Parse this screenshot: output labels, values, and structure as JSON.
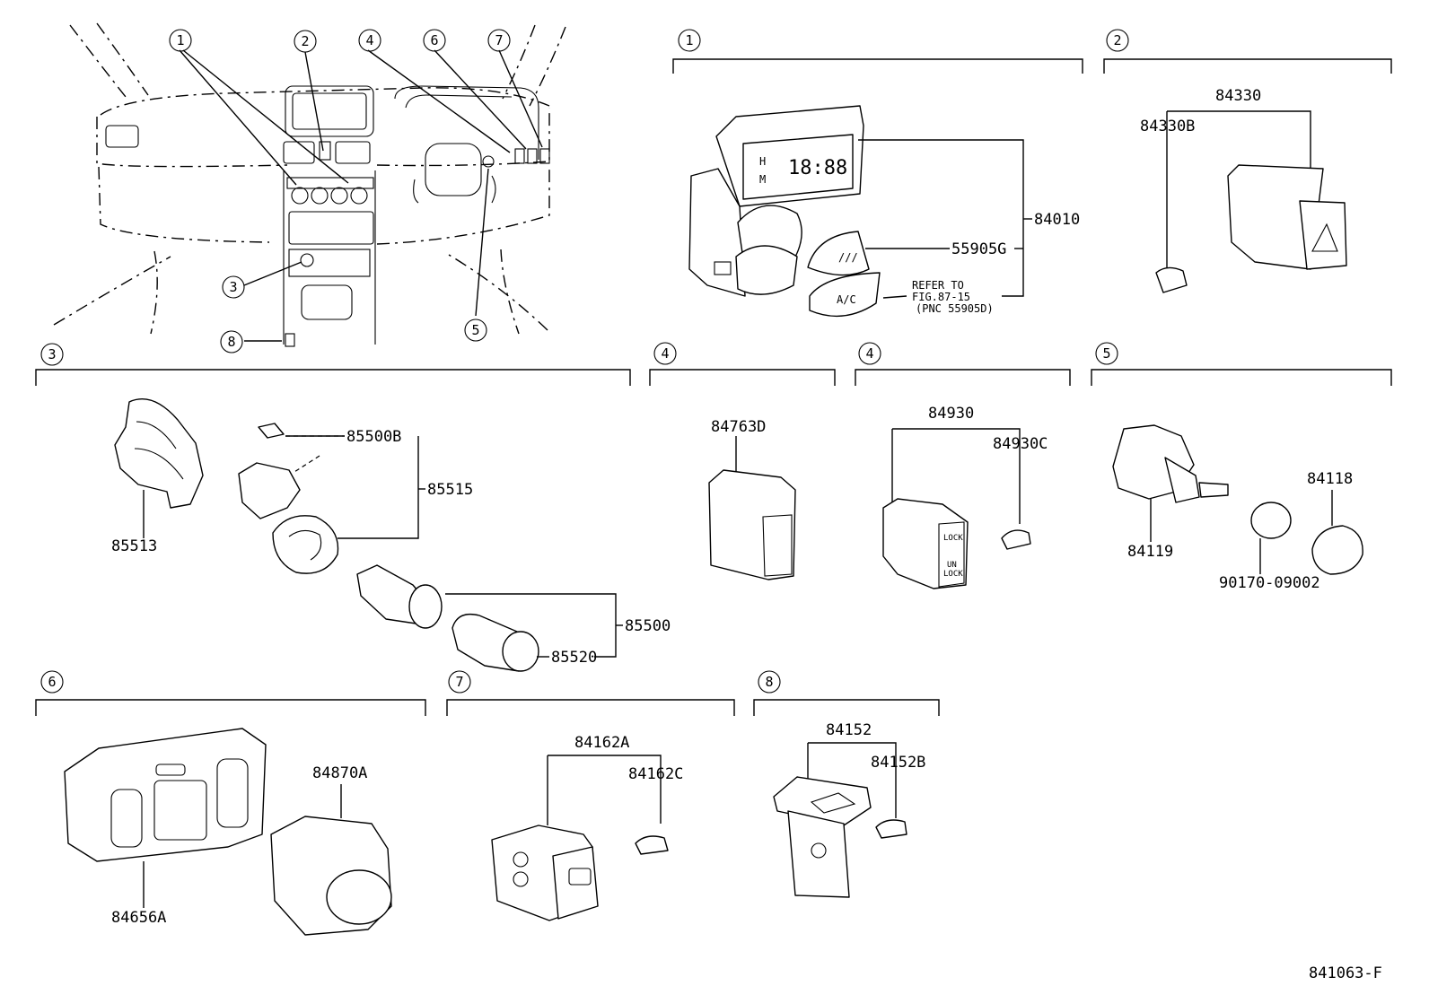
{
  "diagram": {
    "drawing_code": "841063-F",
    "callout_numbers": [
      "1",
      "2",
      "3",
      "4",
      "5",
      "6",
      "7",
      "8"
    ],
    "sections": {
      "s1": {
        "callout": "1",
        "parts": [
          "84010",
          "55905G"
        ],
        "note_lines": [
          "REFER TO",
          "FIG.87-15",
          "(PNC 55905D)"
        ]
      },
      "s2": {
        "callout": "2",
        "parts": [
          "84330",
          "84330B"
        ]
      },
      "s3": {
        "callout": "3",
        "parts": [
          "85513",
          "85500B",
          "85515",
          "85500",
          "85520"
        ]
      },
      "s4a": {
        "callout": "4",
        "parts": [
          "84763D"
        ]
      },
      "s4b": {
        "callout": "4",
        "parts": [
          "84930",
          "84930C"
        ]
      },
      "s5": {
        "callout": "5",
        "parts": [
          "84119",
          "84118",
          "90170-09002"
        ]
      },
      "s6": {
        "callout": "6",
        "parts": [
          "84870A",
          "84656A"
        ]
      },
      "s7": {
        "callout": "7",
        "parts": [
          "84162A",
          "84162C"
        ]
      },
      "s8": {
        "callout": "8",
        "parts": [
          "84152",
          "84152B"
        ]
      }
    },
    "component_markings": {
      "clock_display": "18:88",
      "clock_h": "H",
      "clock_m": "M",
      "defog": "///",
      "ac": "A/C",
      "lock_switch": [
        "LOCK",
        "UN",
        "LOCK"
      ]
    }
  }
}
